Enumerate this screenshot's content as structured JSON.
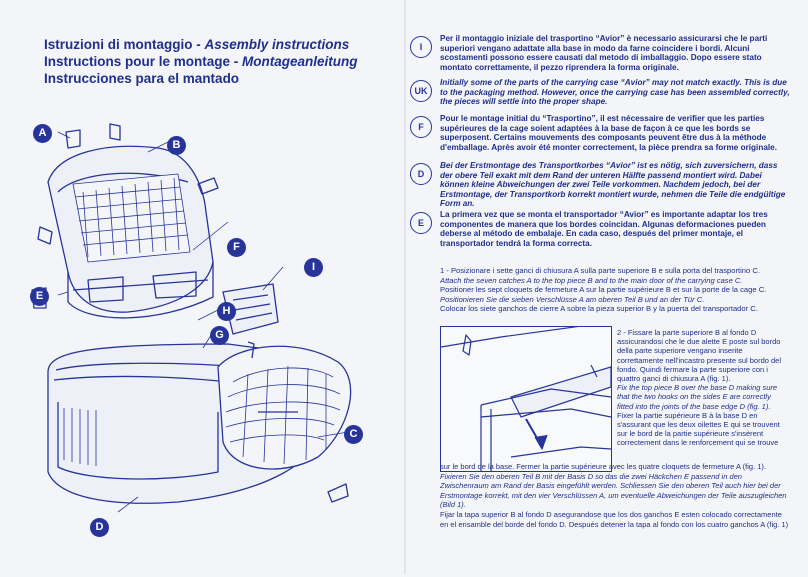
{
  "titles": {
    "line1_a": "Istruzioni di montaggio - ",
    "line1_b": "Assembly instructions",
    "line2_a": "Instructions pour le montage - ",
    "line2_b": "Montageanleitung",
    "line3": "Instrucciones para el mantado"
  },
  "callouts": [
    "A",
    "B",
    "F",
    "I",
    "E",
    "H",
    "G",
    "C",
    "D"
  ],
  "languages": [
    {
      "code": "I",
      "text": "Per il montaggio iniziale del trasportino “Avior” è necessario assicurarsi che le parti superiori vengano adattate alla base in modo da farne coincidere i bordi. Alcuni scostamenti possono essere causati dal metodo di imballaggio. Dopo essere stato montato correttamente, il pezzo riprendera la forma originale."
    },
    {
      "code": "UK",
      "text": "Initially some of the parts of the carrying case “Avior” may not match exactly. This is due to the packaging method. However, once the carrying case has been assembled correctly, the pieces will settle into the proper shape."
    },
    {
      "code": "F",
      "text": "Pour le montage initial du “Trasportino”, il est nécessaire de verifier que les parties supérieures de la cage soient adaptées à la base de façon à ce que les bords se superposent. Certains mouvements des composants peuvent être dus à la méthode d'emballage. Après avoir été monter correctement, la pièce prendra sa forme originale."
    },
    {
      "code": "D",
      "text": "Bei der Erstmontage des Transportkorbes “Avior” ist es nötig, sich zuversichern, dass der obere Teil exakt mit dem Rand der unteren Hälfte passend montiert wird. Dabei können kleine Abweichungen der zwei Teile vorkommen. Nachdem jedoch, bei der Erstmontage, der Transportkorb korrekt montiert wurde, nehmen die Teile die endgültige Form an."
    },
    {
      "code": "E",
      "text": "La primera vez que se monta el transportador “Avior” es importante adaptar los tres componentes de manera que los bordes coincidan. Algunas deformaciones pueden deberse al método de embalaje. En cada caso, después del primer montaje, el transportador tendrá la forma correcta."
    }
  ],
  "step1": {
    "it": "1 - Posizionare i sette ganci di chiusura A sulla parte superiore B e sulla porta del trasportino C.",
    "uk": "Attach the seven catches A to the top piece B and to the main door of the carrying case C.",
    "fr": "Positioner les sept cloquets de fermeture A sur la partie supérieure B et sur la porte de la cage C.",
    "de": "Positionieren Sie die sieben Verschlüsse A am oberen Teil B und an der Tür C.",
    "es": "Colocar los siete ganchos de cierre A sobre la pieza superior B y la puerta del transportador C."
  },
  "step2": {
    "it": "2 - Fissare la parte superiore B al fondo D assicurandosi che le due alette E poste sul bordo della parte superiore vengano inserite correttamente nell'incastro presente sul bordo del fondo. Quindi fermare la parte superiore con i quattro ganci di chiusura A (fig. 1).",
    "uk": "Fix the top piece B over the base D making sure that the two hooks on the sides E are correctly fitted into the joints of the base edge D (fig. 1).",
    "fr_a": "Fixer la partie supérieure B à la base D en s'assurant que les deux oilettes E qui se trouvent sur le bord de la partie supérieure s'insèrent correctement dans le renforcement qui se trouve",
    "fr_b": "sur le bord de la base. Fermer la partie supérieure avec les quatre cloquets de fermeture A (fig. 1).",
    "de": "Fixieren Sie den oberen Teil B mit der Basis D so das die zwei Häckchen E passend in den Zwischenraum am Rand der Basis eingefühlt werden. Schliessen Sie den oberen Teil auch hier bei der Erstmontage korrekt, mit den vier Verschlüssen A, um eventuelle Abweichungen der Teile auszugleichen (Bild 1).",
    "es": "Fijar la tapa superior B al fondo D asegurandose que los dos ganchos E esten colocado correctamente en el ensamble del borde del fondo D. Después detener la tapa al fondo con los cuatro ganchos A (fig. 1)"
  }
}
